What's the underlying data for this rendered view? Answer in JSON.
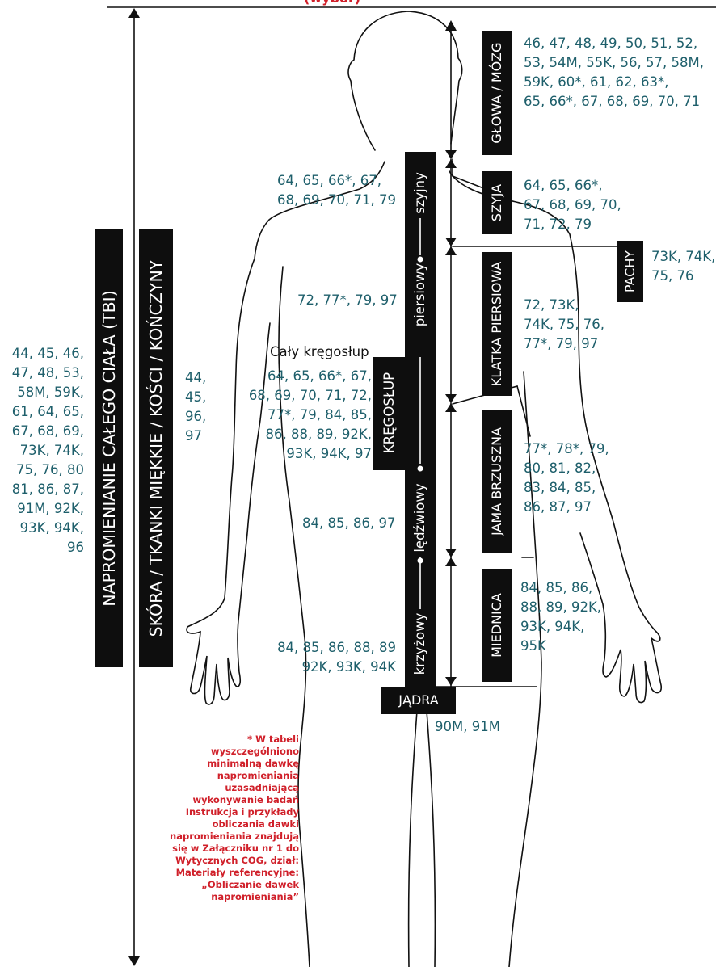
{
  "header": {
    "partial_title": "(wybór)"
  },
  "labels": {
    "tbi": "NAPROMIENIANIE CAŁEGO CIAŁA (TBI)",
    "skin": "SKÓRA / TKANKI MIĘKKIE / KOŚCI / KOŃCZYNY",
    "spine": "KRĘGOSŁUP",
    "head": "GŁOWA / MÓZG",
    "neck": "SZYJA",
    "axilla": "PACHY",
    "chest": "KLATKA PIERSIOWA",
    "abdomen": "JAMA BRZUSZNA",
    "pelvis": "MIEDNICA",
    "testes": "JĄDRA",
    "cervical": "szyjny",
    "thoracic": "piersiowy",
    "lumbar": "lędźwiowy",
    "sacral": "krzyżowy",
    "whole_spine": "Cały kręgosłup"
  },
  "numbers": {
    "tbi": "44, 45, 46,\n47, 48, 53,\n58M, 59K,\n61, 64, 65,\n67, 68, 69,\n73K, 74K,\n75, 76, 80\n81, 86, 87,\n91M, 92K,\n93K, 94K,\n96",
    "skin": "44,\n45,\n96,\n97",
    "head": "46, 47, 48, 49, 50, 51, 52,\n53, 54M, 55K, 56, 57, 58M,\n59K, 60*, 61, 62, 63*,\n65, 66*, 67, 68, 69, 70, 71",
    "cervical": "64, 65, 66*, 67,\n68, 69, 70, 71, 79",
    "neck": "64, 65, 66*,\n67, 68, 69, 70,\n71, 72, 79",
    "axilla": "73K, 74K,\n75, 76",
    "thoracic": "72, 77*, 79, 97",
    "chest": "72, 73K,\n74K, 75, 76,\n77*, 79, 97",
    "whole_spine": "64, 65, 66*, 67,\n68, 69, 70, 71, 72,\n77*, 79, 84, 85,\n86, 88, 89, 92K,\n93K, 94K, 97",
    "abdomen": "77*, 78*, 79,\n80, 81, 82,\n83, 84, 85,\n86, 87, 97",
    "lumbar": "84, 85, 86, 97",
    "pelvis": "84, 85, 86,\n88, 89, 92K,\n93K, 94K,\n95K",
    "sacral": "84, 85, 86, 88, 89\n92K, 93K, 94K",
    "testes": "90M, 91M"
  },
  "footnote": "* W tabeli\nwyszczególniono\nminimalną dawkę\nnapromieniania\nuzasadniającą\nwykonywanie badań\nInstrukcja i przykłady\nobliczania dawki\nnapromieniania znajdują\nsię w Załączniku nr 1 do\nWytycznych COG, dział:\nMateriały referencyjne:\n„Obliczanie dawek\nnapromieniania”",
  "colors": {
    "numbers": "#1e5f6b",
    "label_bg": "#0e0e0e",
    "footnote": "#d0202a",
    "line": "#111111"
  }
}
